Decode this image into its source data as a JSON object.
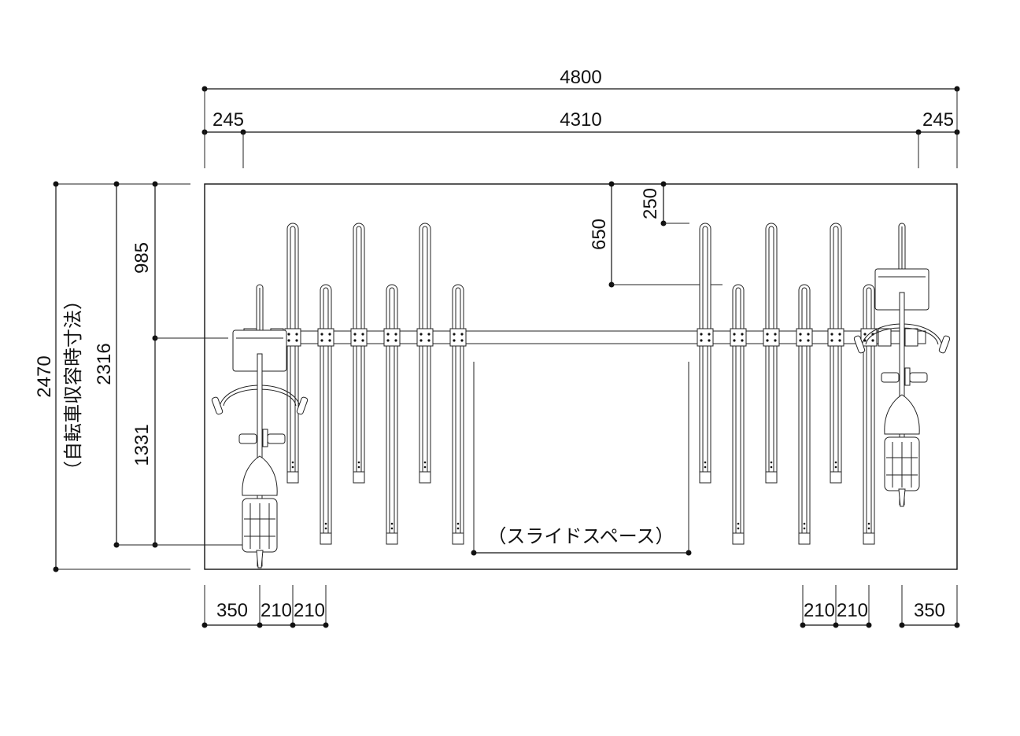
{
  "dimensions": {
    "overall_width": "4800",
    "edge_left": "245",
    "inner_width": "4310",
    "edge_right": "245",
    "depth_total": "2470",
    "depth_note": "（自転車収容時寸法）",
    "depth_rack": "2316",
    "depth_front": "985",
    "depth_rear": "1331",
    "offset_650": "650",
    "offset_250": "250",
    "bottom_left": [
      "350",
      "210",
      "210"
    ],
    "bottom_right": [
      "210",
      "210",
      "350"
    ]
  },
  "labels": {
    "slide_space": "（スライドスペース）"
  }
}
